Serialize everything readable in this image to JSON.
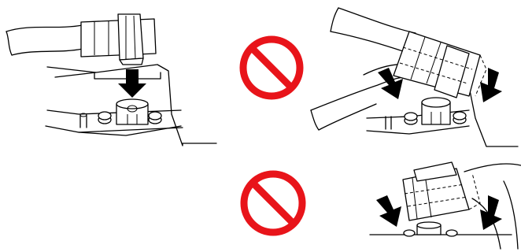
{
  "panels": [
    {
      "id": "correct",
      "prohibited": false,
      "arrows": 1
    },
    {
      "id": "wrong-angled",
      "prohibited": true,
      "arrows": 2
    },
    {
      "id": "wrong-tilted",
      "prohibited": true,
      "arrows": 2
    }
  ],
  "colors": {
    "prohibition": "#e8141a",
    "line": "#000000",
    "background": "#ffffff"
  },
  "icons": {
    "prohibition": "prohibited-sign-icon",
    "arrow": "down-arrow-icon"
  }
}
